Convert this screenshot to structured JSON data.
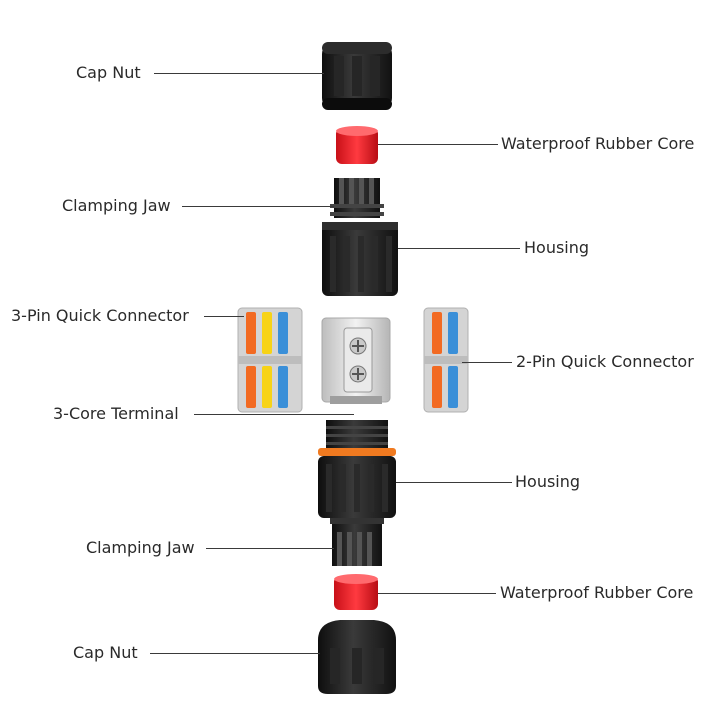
{
  "labels": {
    "cap_nut_top": "Cap Nut",
    "rubber_core_top": "Waterproof Rubber Core",
    "clamping_jaw_top": "Clamping Jaw",
    "housing_top": "Housing",
    "three_pin": "3-Pin Quick Connector",
    "two_pin": "2-Pin Quick Connector",
    "three_core": "3-Core Terminal",
    "housing_bottom": "Housing",
    "clamping_jaw_bottom": "Clamping Jaw",
    "rubber_core_bottom": "Waterproof Rubber Core",
    "cap_nut_bottom": "Cap Nut"
  },
  "colors": {
    "black_part": "#1b1b1b",
    "rubber_red": "#e8202a",
    "lever_orange": "#f26a22",
    "lever_yellow": "#f7d317",
    "lever_blue": "#3a8fd8",
    "terminal_gray": "#d9d9d9",
    "seal_orange": "#f07a20"
  }
}
